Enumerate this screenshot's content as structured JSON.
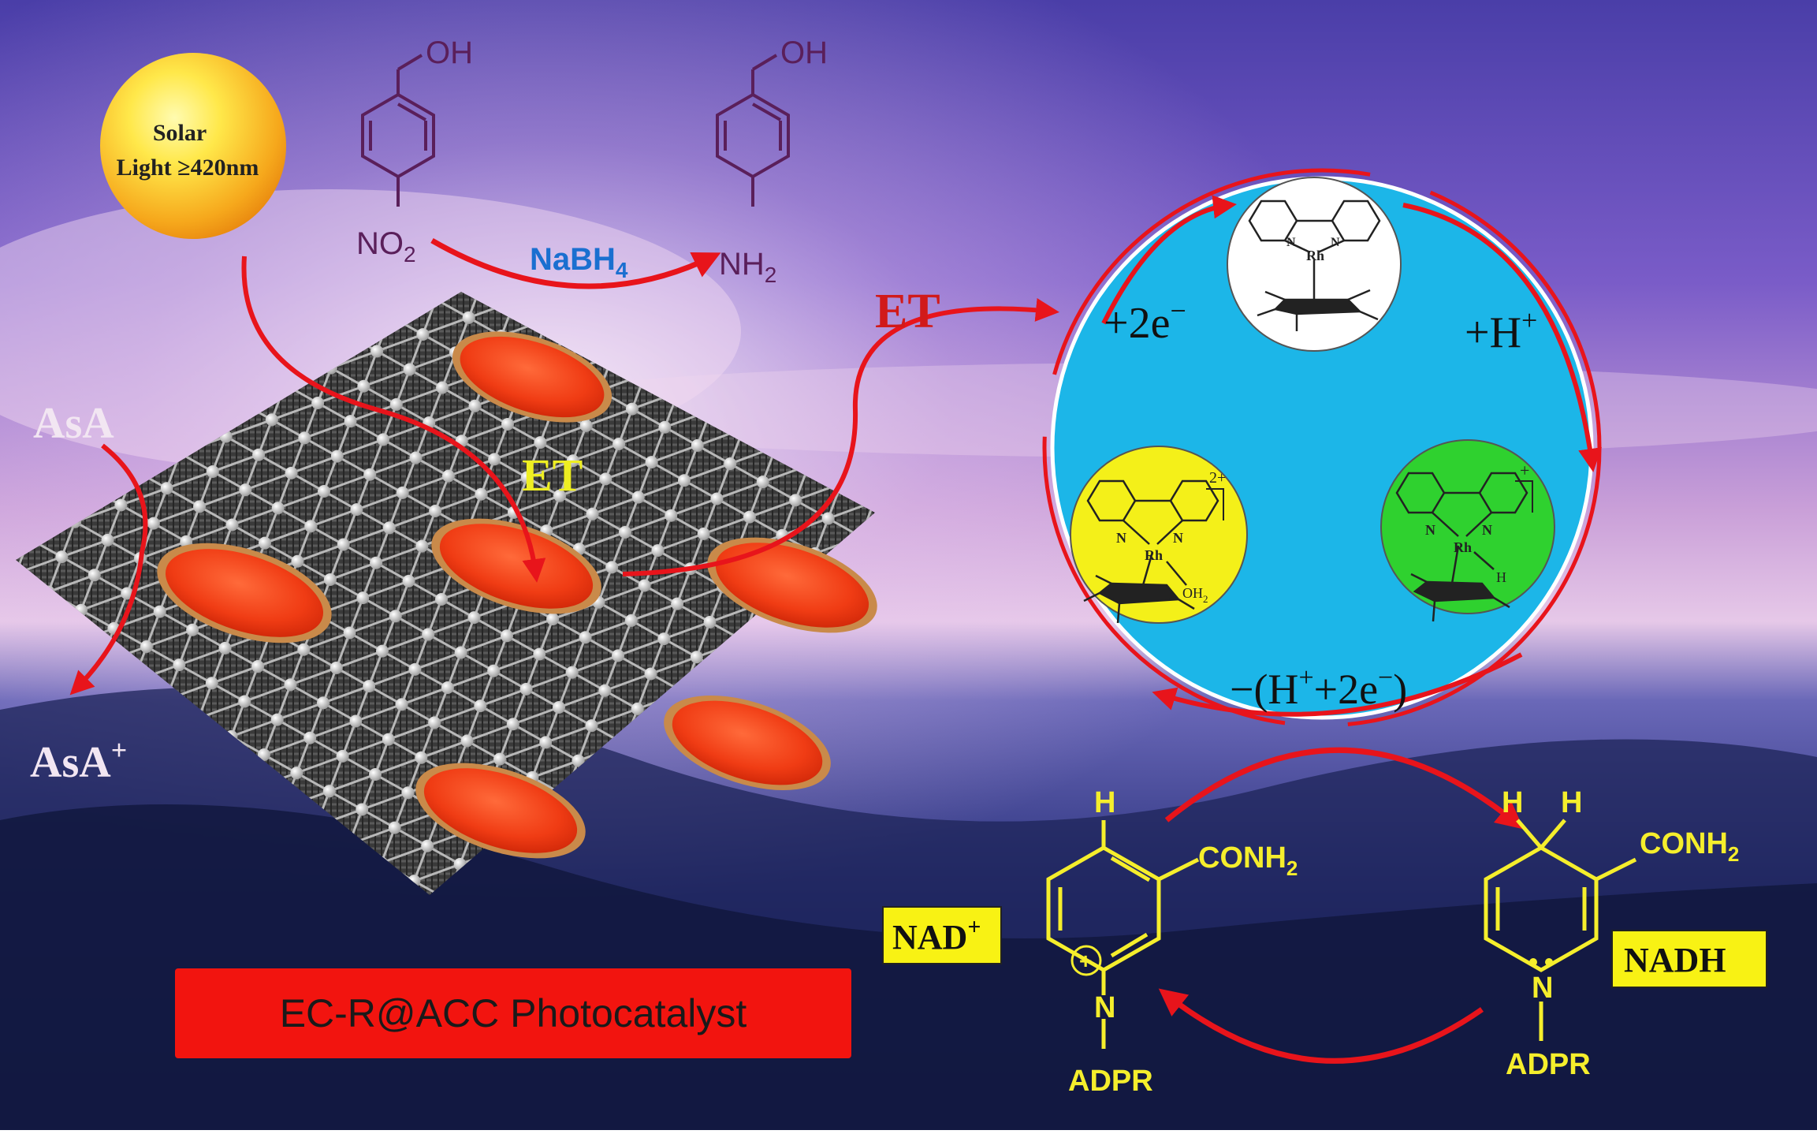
{
  "sun": {
    "line1": "Solar",
    "line2": "Light ≥420nm"
  },
  "reaction": {
    "reactant_oh": "OH",
    "reactant_no2": "NO",
    "reactant_no2_sub": "2",
    "reagent": "NaBH",
    "reagent_sub": "4",
    "product_oh": "OH",
    "product_nh2": "NH",
    "product_nh2_sub": "2"
  },
  "left": {
    "asa": "AsA",
    "asa_plus": "AsA",
    "asa_plus_sup": "+"
  },
  "et_label_mid": "ET",
  "et_label_top": "ET",
  "cycle": {
    "plus_2e": "+2e",
    "plus_2e_sup": "−",
    "plus_h": "+H",
    "plus_h_sup": "+",
    "minus_h_2e": "−(H",
    "minus_h_2e_sup1": "+",
    "minus_h_2e_mid": "+2e",
    "minus_h_2e_sup2": "−",
    "minus_h_2e_end": ")",
    "metal": "Rh",
    "charge_2plus": "2+",
    "charge_plus": "+",
    "oh2": "OH",
    "oh2_sub": "2",
    "hydride": "H",
    "n": "N"
  },
  "nad": {
    "nad_label": "NAD",
    "nad_label_sup": "+",
    "nadh_label": "NADH",
    "conh2": "CONH",
    "conh2_sub": "2",
    "adpr": "ADPR",
    "n": "N",
    "h": "H",
    "plus": "+"
  },
  "banner": "EC-R@ACC Photocatalyst",
  "colors": {
    "arrow": "#e8141b",
    "cycle_fill": "#1cb6e8",
    "yellow_chem": "#f5ee2c",
    "yellow_circle": "#f4f019",
    "green_circle": "#2fd12f",
    "molecule": "#5a1f5a",
    "reagent": "#1a6fd0",
    "banner_fill": "#f2140f",
    "label_box": "#f8f214",
    "et_mid": "#eeee22",
    "et_top": "#d11a1a"
  }
}
